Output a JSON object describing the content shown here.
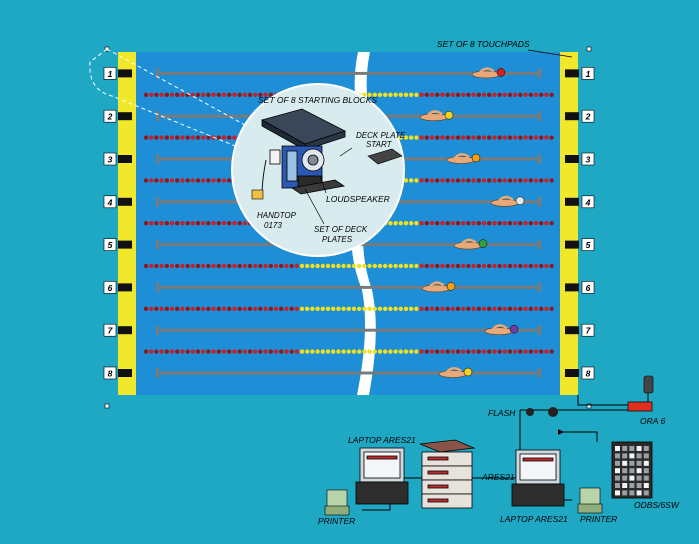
{
  "labels": {
    "touchpads": "SET OF 8 TOUCHPADS",
    "starting_blocks": "SET OF 8 STARTING BLOCKS",
    "deck_plate_start_line1": "DECK PLATE",
    "deck_plate_start_line2": "START",
    "loudspeaker": "LOUDSPEAKER",
    "handtop_line1": "HANDTOP",
    "handtop_line2": "0173",
    "deck_plates_line1": "SET OF DECK",
    "deck_plates_line2": "PLATES",
    "flash": "FLASH",
    "ora": "ORA 6",
    "laptop_left": "LAPTOP ARES21",
    "laptop_right": "LAPTOP ARES21",
    "ares": "ARES21",
    "printer_left": "PRINTER",
    "printer_right": "PRINTER",
    "odbs": "ODBS/6SW"
  },
  "lanes": [
    "1",
    "2",
    "3",
    "4",
    "5",
    "6",
    "7",
    "8"
  ],
  "colors": {
    "background": "#1fa8c4",
    "pool_water": "#1e8fd6",
    "end_pads": "#f2e82b",
    "rope_red": "#c8202a",
    "rope_yellow": "#f0e020",
    "lane_line": "#7a7a7a",
    "inset_circle": "#d8ecef"
  }
}
